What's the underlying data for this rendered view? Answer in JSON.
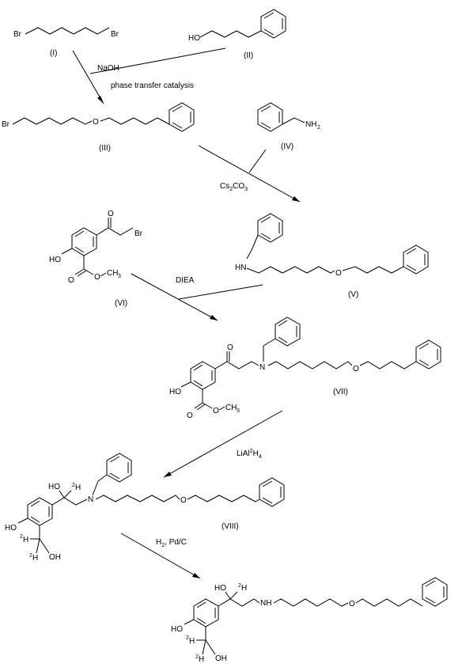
{
  "atoms": {
    "br": "Br",
    "ho": "HO",
    "oh": "OH",
    "o": "O",
    "n": "N",
    "hn": "HN",
    "h": "H",
    "nh": "NH",
    "two": "2",
    "d": "2",
    "dh": "H"
  },
  "compounds": {
    "i": "(I)",
    "ii": "(II)",
    "iii": "(III)",
    "iv": "(IV)",
    "v": "(V)",
    "vi": "(VI)",
    "vii": "(VII)",
    "viii": "(VIII)"
  },
  "reagents": {
    "naoh": "NaOH",
    "ptc": "phase transfer catalysis",
    "cs": "Cs",
    "cs_sub1": "2",
    "co": "CO",
    "cs_sub2": "3",
    "diea": "DIEA",
    "lial": "LiAl",
    "lial_sup": "2",
    "lial_h": "H",
    "lial_sub": "4",
    "h2pd": "H",
    "h2pd_sub": "2",
    "h2pd_rest": ", Pd/C"
  }
}
